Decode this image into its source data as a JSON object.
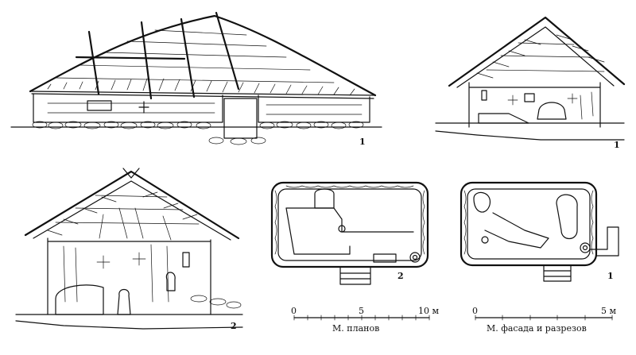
{
  "figures": {
    "house_exterior": {
      "number": "1"
    },
    "house_section_small": {
      "number": "1"
    },
    "house_section_large": {
      "number": "2"
    },
    "plan_left": {
      "number": "2"
    },
    "plan_right": {
      "number": "1"
    }
  },
  "scales": {
    "plans": {
      "label": "М. планов",
      "tick_start": "0",
      "tick_mid": "5",
      "tick_end": "10 м"
    },
    "facade": {
      "label": "М. фасада и разрезов",
      "tick_start": "0",
      "tick_end": "5 м"
    }
  }
}
